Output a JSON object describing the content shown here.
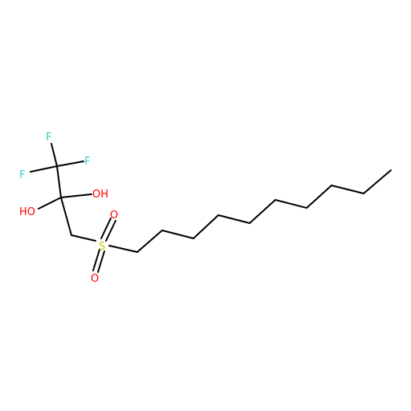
{
  "colors": {
    "background": "#ffffff",
    "bond": "#000000",
    "fluorine": "#33cccc",
    "oxygen": "#ff0000",
    "sulfur": "#cccc00"
  },
  "atoms": {
    "f1": "F",
    "f2": "F",
    "f3": "F",
    "oh1": "OH",
    "oh2": "HO",
    "s": "S",
    "o_upper": "O",
    "o_lower": "O"
  }
}
